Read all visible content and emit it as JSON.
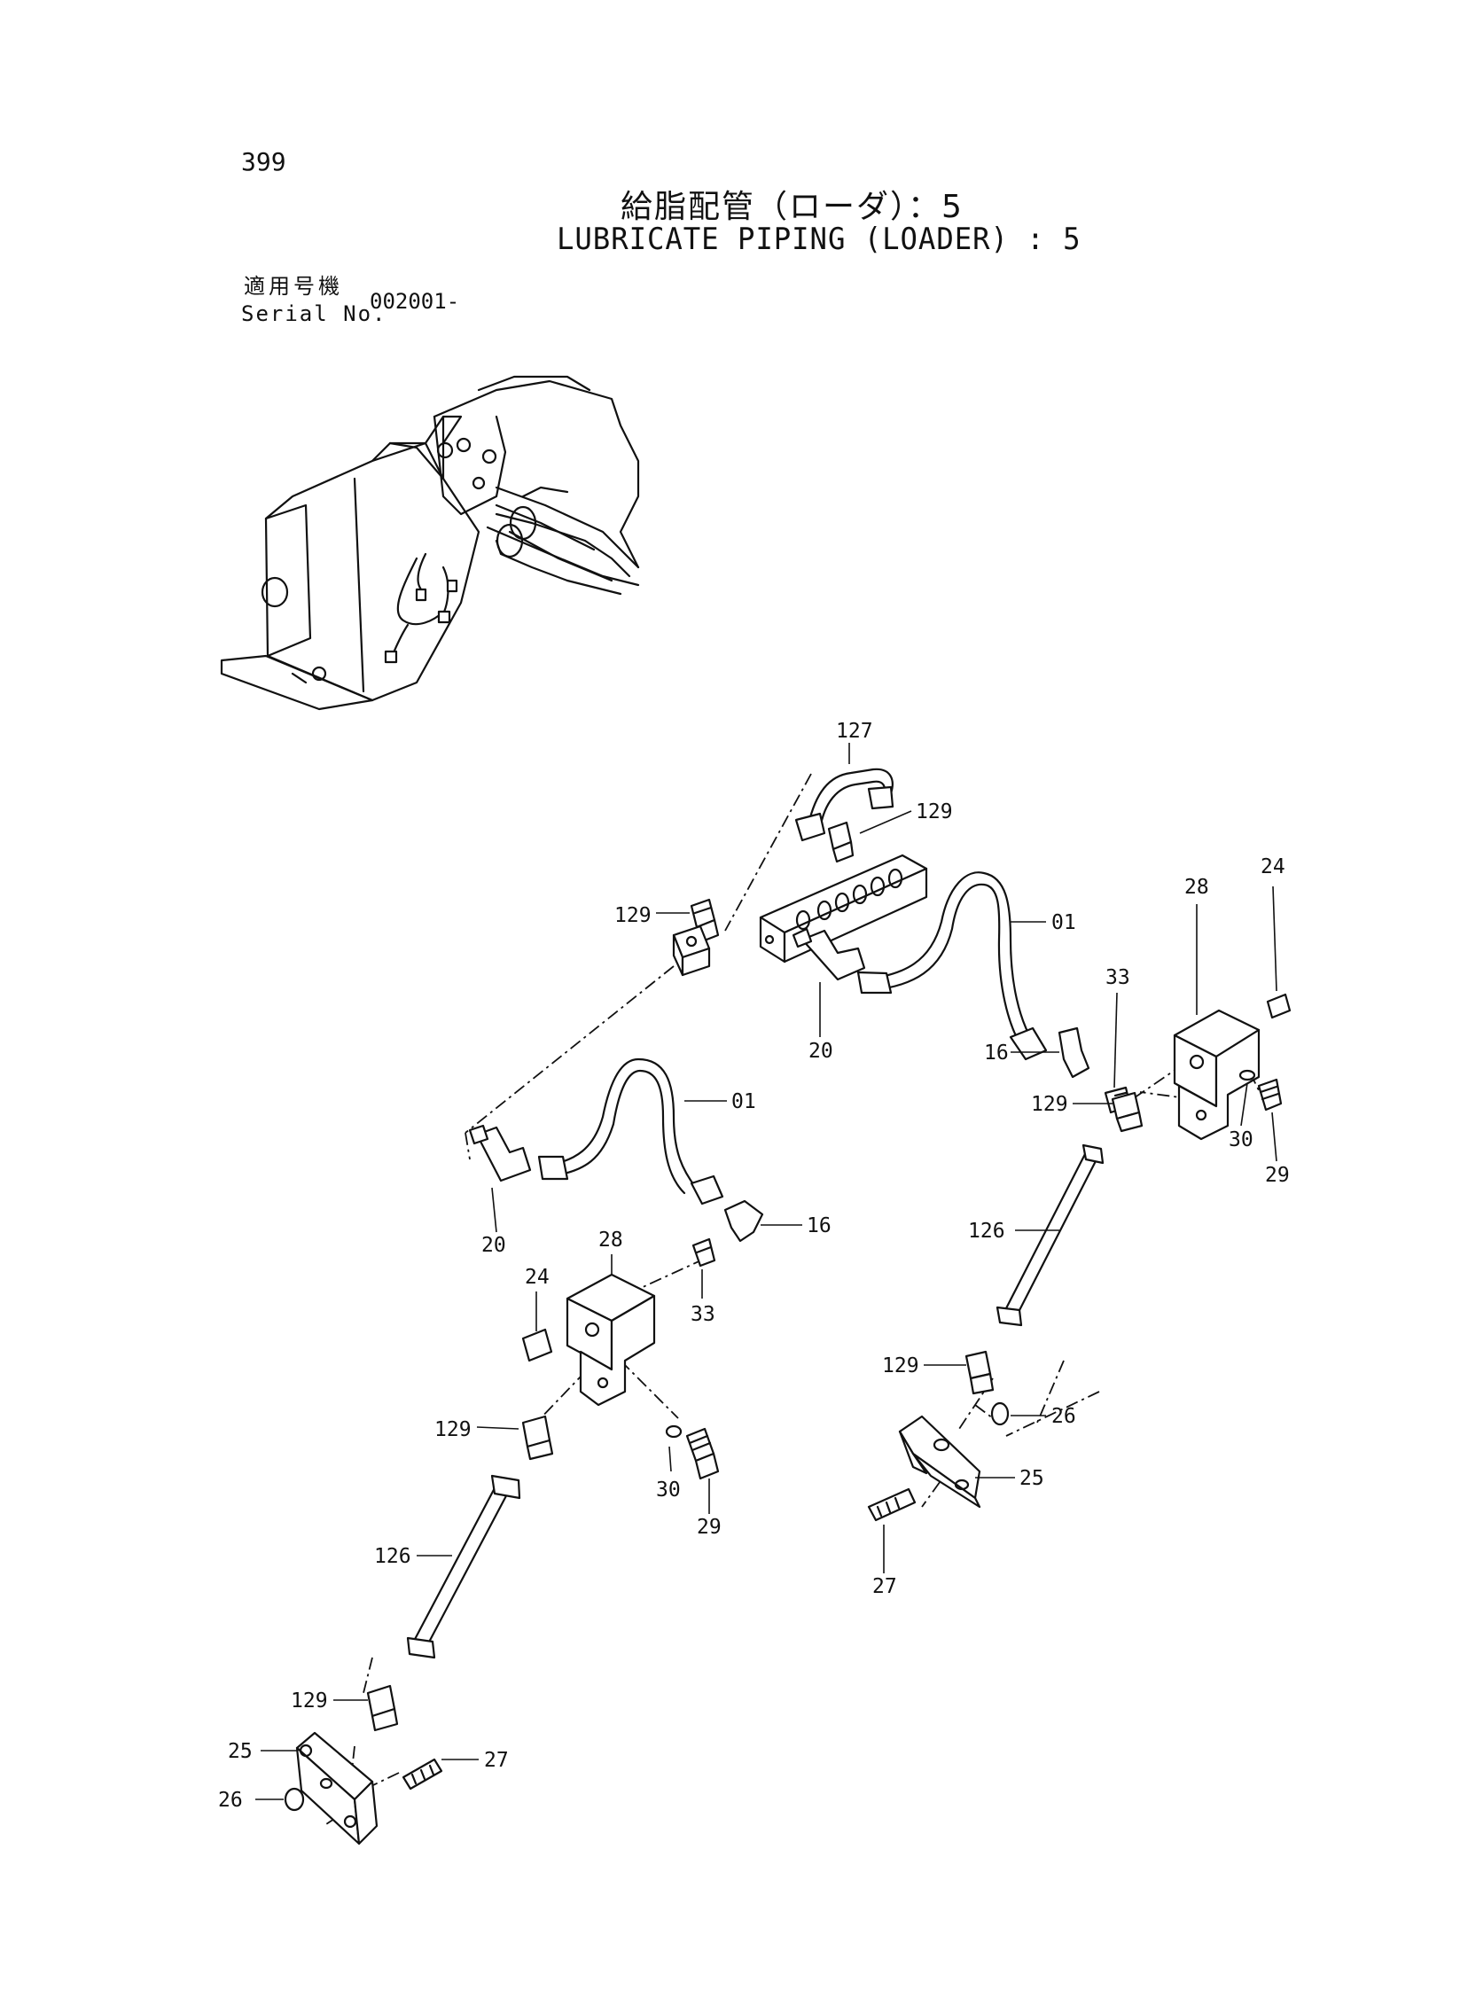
{
  "page": {
    "number": "399"
  },
  "title": {
    "japanese": "給脂配管（ローダ）：5",
    "english": "LUBRICATE PIPING (LOADER) : 5"
  },
  "serial": {
    "label_japanese": "適用号機",
    "label_english": "Serial No.",
    "value": "002001-"
  },
  "callouts": [
    "127",
    "129",
    "129",
    "01",
    "24",
    "28",
    "33",
    "20",
    "16",
    "129",
    "30",
    "29",
    "01",
    "20",
    "16",
    "28",
    "24",
    "33",
    "126",
    "129",
    "30",
    "29",
    "129",
    "26",
    "25",
    "27",
    "126",
    "129",
    "25",
    "27",
    "26"
  ]
}
